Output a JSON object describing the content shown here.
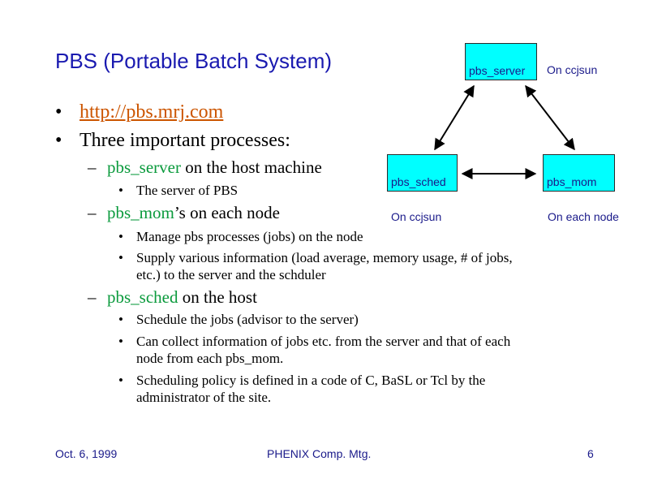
{
  "title": "PBS (Portable Batch System)",
  "bullets": {
    "link": "http://pbs.mrj.com",
    "three_processes": "Three important processes:"
  },
  "server_item": {
    "name": "pbs_server",
    "rest": " on the host machine",
    "sub": [
      "The server of PBS"
    ]
  },
  "mom_item": {
    "name": "pbs_mom",
    "rest": "’s on each node",
    "sub": [
      "Manage pbs processes (jobs) on the node",
      "Supply various information (load average, memory usage, # of jobs,",
      "etc.) to the server and the schduler"
    ]
  },
  "sched_item": {
    "name": "pbs_sched",
    "rest": " on the host",
    "sub": [
      "Schedule the jobs (advisor to the server)",
      "Can collect information of jobs etc. from the server and that of each",
      "node from each pbs_mom.",
      "Scheduling policy is defined in a code of C, BaSL or Tcl by the",
      "administrator of the site."
    ]
  },
  "diagram": {
    "server_box": "pbs_server",
    "server_note": "On ccjsun",
    "sched_box": "pbs_sched",
    "sched_note": "On ccjsun",
    "mom_box": "pbs_mom",
    "mom_note": "On each node",
    "box_color": "#00ffff",
    "arrow_color": "#000000"
  },
  "footer": {
    "date": "Oct. 6, 1999",
    "event": "PHENIX Comp. Mtg.",
    "page": "6"
  },
  "colors": {
    "title": "#1a1ab0",
    "link": "#cc5500",
    "process_name": "#0a9a3c"
  }
}
